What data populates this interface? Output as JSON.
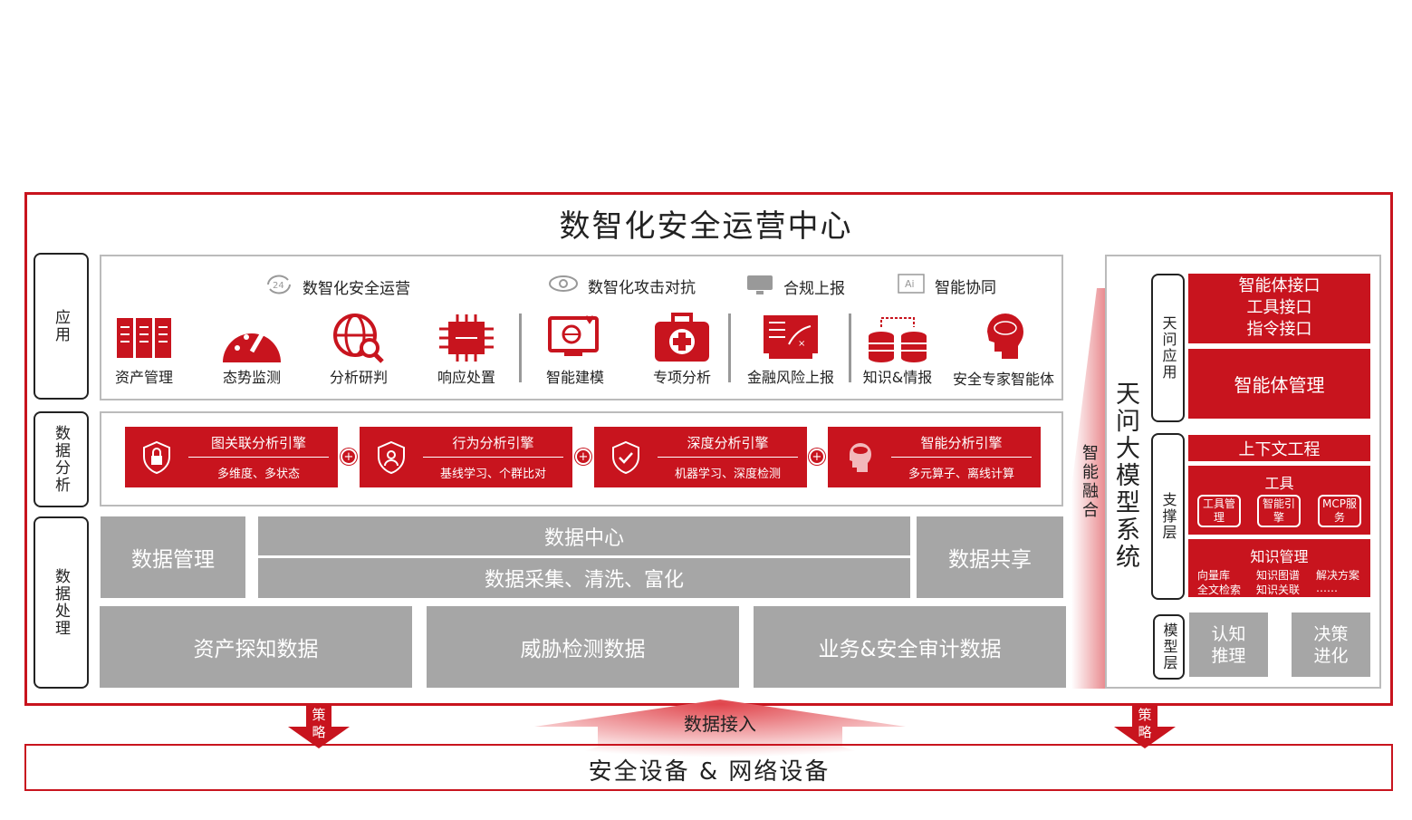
{
  "title": "数智化安全运营中心",
  "left_labels": {
    "app": "应用",
    "analysis": "数据分析",
    "processing": "数据处理"
  },
  "categories": [
    "数智化安全运营",
    "数智化攻击对抗",
    "合规上报",
    "智能协同"
  ],
  "app_items": [
    "资产管理",
    "态势监测",
    "分析研判",
    "响应处置",
    "智能建模",
    "专项分析",
    "金融风险上报",
    "知识&情报",
    "安全专家智能体"
  ],
  "engines": [
    {
      "name": "图关联分析引擎",
      "desc": "多维度、多状态"
    },
    {
      "name": "行为分析引擎",
      "desc": "基线学习、个群比对"
    },
    {
      "name": "深度分析引擎",
      "desc": "机器学习、深度检测"
    },
    {
      "name": "智能分析引擎",
      "desc": "多元算子、离线计算"
    }
  ],
  "plus": "+",
  "processing": {
    "data_mgmt": "数据管理",
    "data_center": "数据中心",
    "data_collect": "数据采集、清洗、富化",
    "data_share": "数据共享",
    "asset_data": "资产探知数据",
    "threat_data": "威胁检测数据",
    "audit_data": "业务&安全审计数据"
  },
  "fusion_label": "智能融合",
  "right": {
    "system_title": "天问大模型系统",
    "app_layer": "天问应用",
    "support_layer": "支撑层",
    "model_layer": "模型层",
    "interfaces": [
      "智能体接口",
      "工具接口",
      "指令接口"
    ],
    "agent_mgmt": "智能体管理",
    "context_eng": "上下文工程",
    "tools_title": "工具",
    "tools": [
      "工具管理",
      "智能引擎",
      "MCP服务"
    ],
    "knowledge_title": "知识管理",
    "knowledge_items": [
      "向量库",
      "知识图谱",
      "解决方案",
      "全文检索",
      "知识关联",
      "……"
    ],
    "cognition": "认知推理",
    "decision": "决策进化"
  },
  "bottom": {
    "policy": "策略",
    "data_access": "数据接入",
    "devices": "安全设备 & 网络设备"
  },
  "colors": {
    "accent": "#c8141e",
    "gray": "#a6a6a6"
  }
}
